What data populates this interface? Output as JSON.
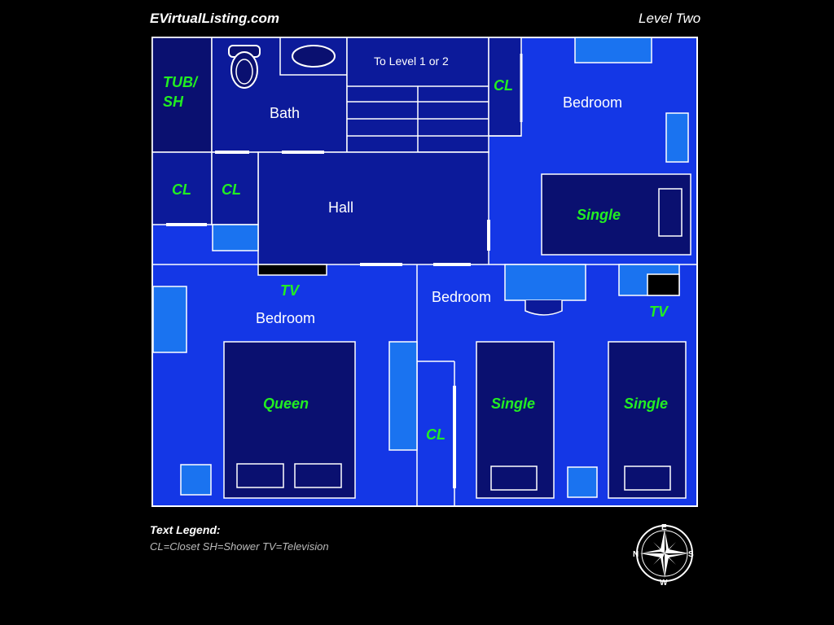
{
  "header": {
    "site": "EVirtualListing.com",
    "level": "Level Two"
  },
  "rooms": {
    "tub": "TUB/",
    "tub2": "SH",
    "bath": "Bath",
    "stairs": "To Level 1 or 2",
    "cl_top": "CL",
    "bedroom_ne": "Bedroom",
    "cl_left1": "CL",
    "cl_left2": "CL",
    "hall": "Hall",
    "single_ne": "Single",
    "tv_left": "TV",
    "bedroom_sw": "Bedroom",
    "queen": "Queen",
    "bedroom_se": "Bedroom",
    "tv_right": "TV",
    "single_1": "Single",
    "single_2": "Single",
    "cl_bottom": "CL"
  },
  "legend": {
    "title": "Text Legend:",
    "text": "CL=Closet SH=Shower TV=Television"
  },
  "compass": {
    "n": "N",
    "s": "S",
    "e": "E",
    "w": "W"
  },
  "colors": {
    "floor": "#1437e6",
    "dark": "#0a1070",
    "furniture": "#1a73f0",
    "label": "#22ee22"
  }
}
